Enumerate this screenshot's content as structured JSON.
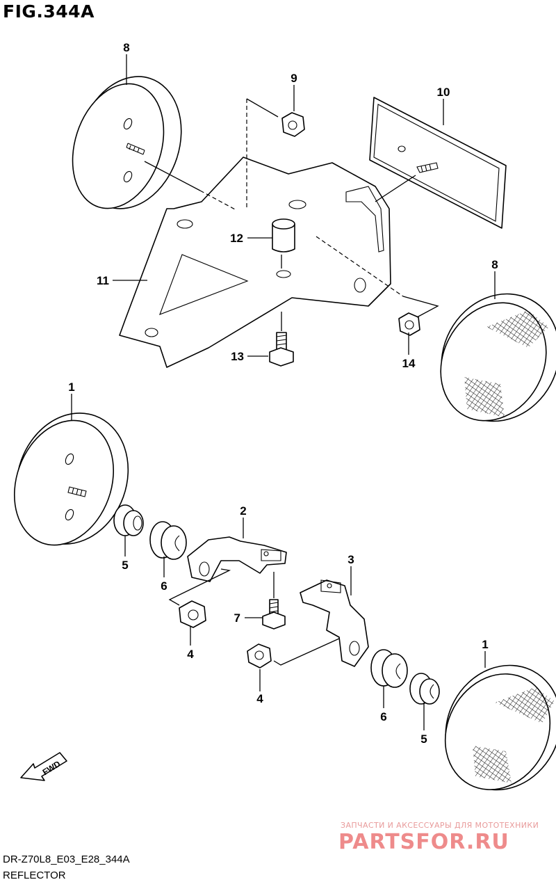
{
  "figure": {
    "title": "FIG.344A",
    "model_code": "DR-Z70L8_E03_E28_344A",
    "section_name": "REFLECTOR"
  },
  "callouts": [
    {
      "id": "8a",
      "label": "8"
    },
    {
      "id": "9",
      "label": "9"
    },
    {
      "id": "10",
      "label": "10"
    },
    {
      "id": "12",
      "label": "12"
    },
    {
      "id": "11",
      "label": "11"
    },
    {
      "id": "8b",
      "label": "8"
    },
    {
      "id": "13",
      "label": "13"
    },
    {
      "id": "14",
      "label": "14"
    },
    {
      "id": "1a",
      "label": "1"
    },
    {
      "id": "2",
      "label": "2"
    },
    {
      "id": "3",
      "label": "3"
    },
    {
      "id": "5a",
      "label": "5"
    },
    {
      "id": "6a",
      "label": "6"
    },
    {
      "id": "7",
      "label": "7"
    },
    {
      "id": "4a",
      "label": "4"
    },
    {
      "id": "4b",
      "label": "4"
    },
    {
      "id": "1b",
      "label": "1"
    },
    {
      "id": "6b",
      "label": "6"
    },
    {
      "id": "5b",
      "label": "5"
    }
  ],
  "direction_arrow": {
    "label": "FWD"
  },
  "watermark": {
    "tagline": "ЗАПЧАСТИ И АКСЕССУАРЫ ДЛЯ МОТОТЕХНИКИ",
    "logo": "PARTSFOR.RU"
  }
}
